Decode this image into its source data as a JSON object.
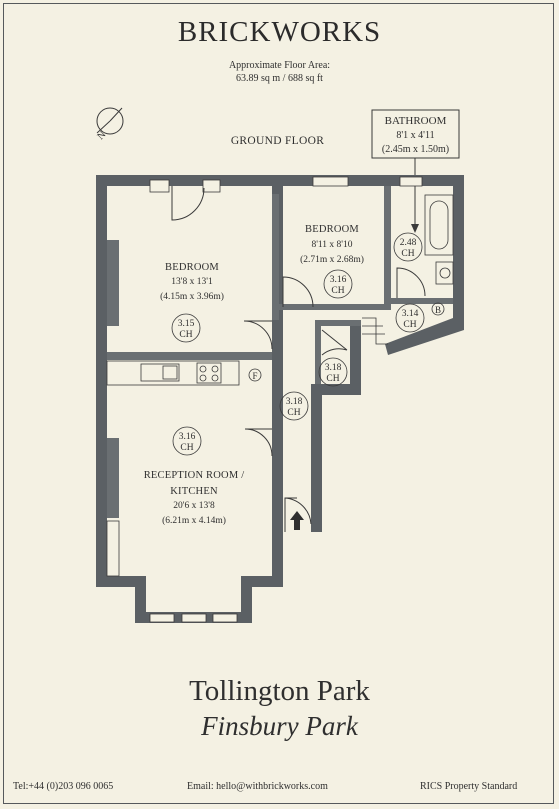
{
  "header": {
    "brand": "BRICKWORKS",
    "floor_area_label": "Approximate Floor Area:",
    "floor_area_value": "63.89 sq m / 688 sq ft"
  },
  "floor_label": "GROUND FLOOR",
  "compass": {
    "label": "N",
    "icon": "north-arrow-icon"
  },
  "rooms": {
    "bathroom": {
      "name": "BATHROOM",
      "dims_imperial": "8'1 x 4'11",
      "dims_metric": "(2.45m x 1.50m)",
      "ceiling": "2.48",
      "ceiling_unit": "CH"
    },
    "bedroom_1": {
      "name": "BEDROOM",
      "dims_imperial": "13'8 x 13'1",
      "dims_metric": "(4.15m x 3.96m)",
      "ceiling": "3.15",
      "ceiling_unit": "CH"
    },
    "bedroom_2": {
      "name": "BEDROOM",
      "dims_imperial": "8'11 x 8'10",
      "dims_metric": "(2.71m x 2.68m)",
      "ceiling": "3.16",
      "ceiling_unit": "CH"
    },
    "reception": {
      "name_line1": "RECEPTION ROOM /",
      "name_line2": "KITCHEN",
      "dims_imperial": "20'6 x 13'8",
      "dims_metric": "(6.21m x 4.14m)",
      "ceiling": "3.16",
      "ceiling_unit": "CH"
    },
    "hallway": {
      "ceiling": "3.18",
      "ceiling_unit": "CH"
    },
    "cupboard": {
      "ceiling": "3.18",
      "ceiling_unit": "CH"
    },
    "utility": {
      "ceiling": "3.14",
      "ceiling_unit": "CH"
    }
  },
  "markers": {
    "boiler": "B",
    "fridge": "F"
  },
  "colors": {
    "background": "#f4f1e3",
    "wall": "#5b6064",
    "line": "#3a3a3a"
  },
  "address": {
    "street": "Tollington Park",
    "district": "Finsbury Park"
  },
  "footer": {
    "tel": "Tel:+44 (0)203 096 0065",
    "email": "Email:  hello@withbrickworks.com",
    "standard": "RICS Property Standard"
  }
}
